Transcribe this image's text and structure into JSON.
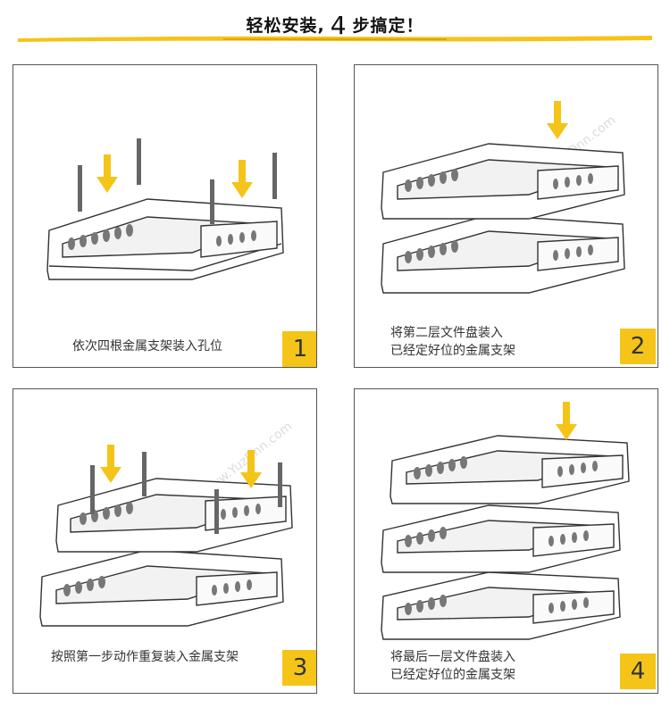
{
  "title": {
    "prefix": "轻松安装,",
    "number": "4",
    "suffix": "步搞定！"
  },
  "colors": {
    "accent": "#f5c419",
    "border": "#555555",
    "arrow": "#f5c419"
  },
  "watermark": "www.YuzDnn.com",
  "panels": [
    {
      "number": "1",
      "caption_lines": [
        "依次四根金属支架装入孔位"
      ]
    },
    {
      "number": "2",
      "caption_lines": [
        "将第二层文件盘装入",
        "已经定好位的金属支架"
      ]
    },
    {
      "number": "3",
      "caption_lines": [
        "按照第一步动作重复装入金属支架"
      ]
    },
    {
      "number": "4",
      "caption_lines": [
        "将最后一层文件盘装入",
        "已经定好位的金属支架"
      ]
    }
  ]
}
